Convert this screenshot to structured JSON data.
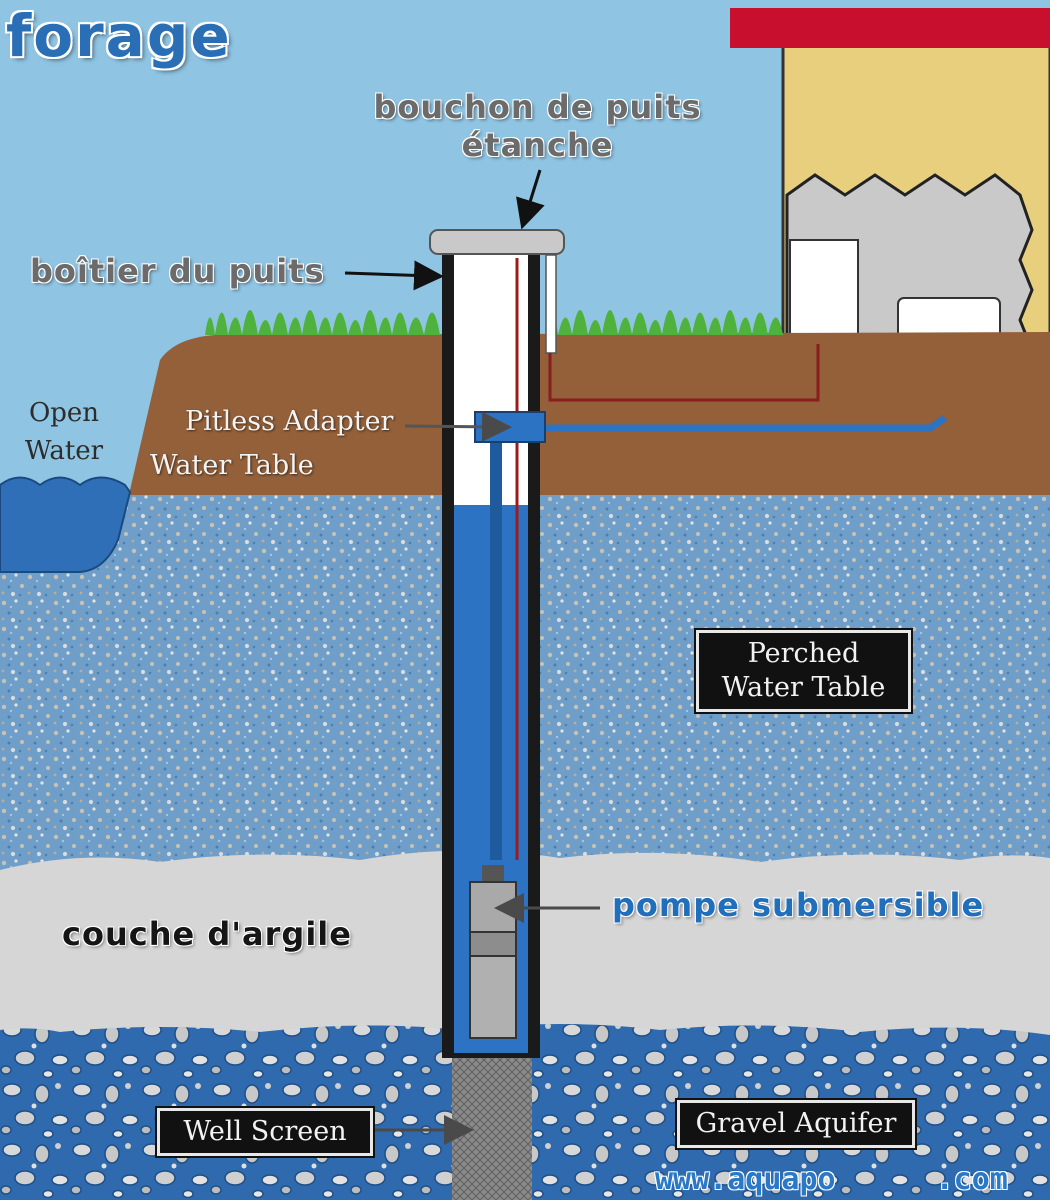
{
  "title": "forage",
  "labels": {
    "well_cap_line1": "bouchon de puits",
    "well_cap_line2": "étanche",
    "well_casing": "boîtier du puits",
    "open_water_line1": "Open",
    "open_water_line2": "Water",
    "pitless_adapter": "Pitless Adapter",
    "water_table": "Water Table",
    "perched_water_table_line1": "Perched",
    "perched_water_table_line2": "Water Table",
    "submersible_pump": "pompe submersible",
    "clay_layer": "couche d'argile",
    "well_screen": "Well Screen",
    "gravel_aquifer": "Gravel Aquifer"
  },
  "watermark": "www.aquapo",
  "watermark_end": ".com",
  "colors": {
    "sky": "#8fc4e3",
    "soil": "#93603a",
    "aquifer": "#6e9bc6",
    "clay": "#d6d6d6",
    "gravel": "#2d68ad",
    "pipe": "#2c73c4",
    "house_wall": "#e8cf7e",
    "roof": "#c8102e"
  }
}
